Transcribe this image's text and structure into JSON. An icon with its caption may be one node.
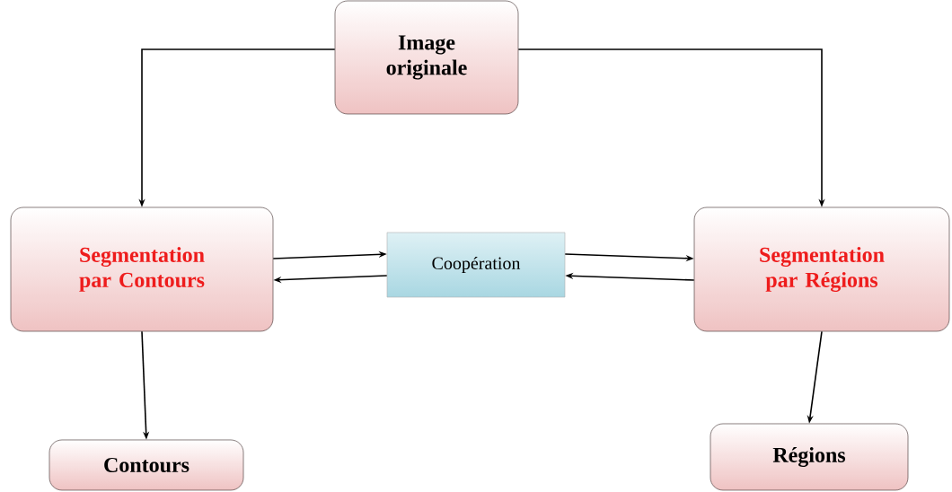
{
  "diagram": {
    "nodes": [
      {
        "text": [
          "Image originale"
        ]
      },
      {
        "text": [
          "Segmentation par Contours"
        ]
      },
      {
        "text": [
          "Coopération"
        ]
      },
      {
        "text": [
          "Segmentation par Régions"
        ]
      },
      {
        "text": [
          "Contours"
        ]
      },
      {
        "text": [
          "Régions"
        ]
      }
    ],
    "edges": [
      {
        "from": 0,
        "to": 1,
        "arrow": "to"
      },
      {
        "from": 0,
        "to": 3,
        "arrow": "to"
      },
      {
        "from": 1,
        "to": 2,
        "arrow": "to"
      },
      {
        "from": 2,
        "to": 1,
        "arrow": "to"
      },
      {
        "from": 2,
        "to": 3,
        "arrow": "to"
      },
      {
        "from": 3,
        "to": 2,
        "arrow": "to"
      },
      {
        "from": 1,
        "to": 4,
        "arrow": "to"
      },
      {
        "from": 3,
        "to": 5,
        "arrow": "to"
      }
    ]
  }
}
